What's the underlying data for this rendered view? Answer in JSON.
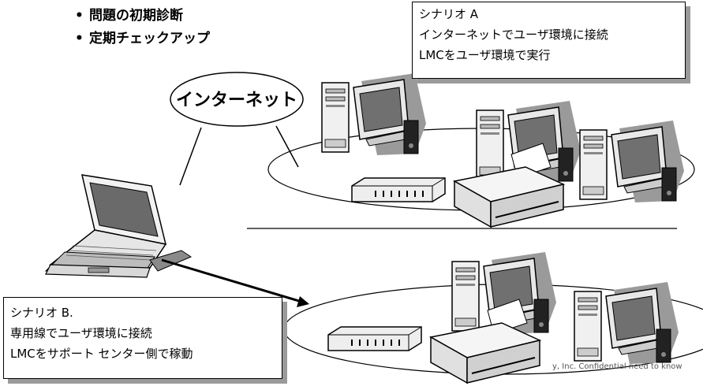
{
  "bullets": [
    "問題の初期診断",
    "定期チェックアップ"
  ],
  "cloud_label": "インターネット",
  "scenario_a": {
    "title": "シナリオ A",
    "line1": "インターネットでユーザ環境に接続",
    "line2": "LMCをユーザ環境で実行"
  },
  "scenario_b": {
    "title": "シナリオ B.",
    "line1": "専用線でユーザ環境に接続",
    "line2": "LMCをサポート センター側で稼動"
  },
  "footer": "y, Inc. Confidential need to know"
}
